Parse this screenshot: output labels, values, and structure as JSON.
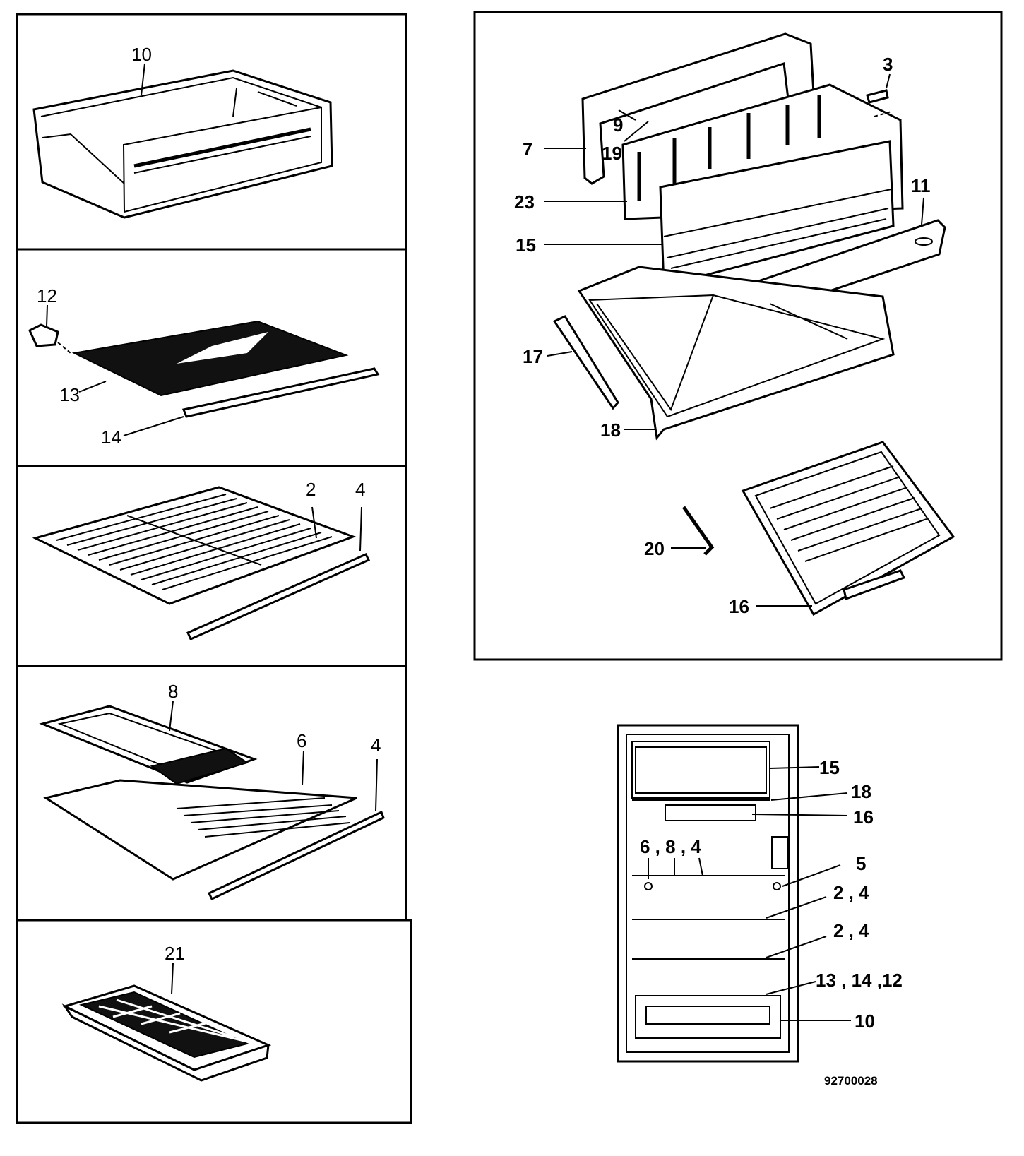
{
  "panels": {
    "crisper": {
      "labels": [
        "10"
      ]
    },
    "glass_shelf": {
      "labels": [
        "12",
        "13",
        "14"
      ]
    },
    "wire_shelf": {
      "labels": [
        "2",
        "4"
      ]
    },
    "tray_shelf": {
      "labels": [
        "8",
        "6",
        "4"
      ]
    },
    "ice_tray": {
      "labels": [
        "21"
      ]
    },
    "freezer_assembly": {
      "labels": [
        "3",
        "7",
        "9",
        "19",
        "23",
        "11",
        "15",
        "17",
        "18",
        "20",
        "16"
      ]
    }
  },
  "overview": {
    "labels": [
      "15",
      "18",
      "16",
      "6 , 8 , 4",
      "5",
      "2 , 4",
      "2 , 4",
      "13 , 14 ,12",
      "10"
    ]
  },
  "drawing_code": "92700028"
}
